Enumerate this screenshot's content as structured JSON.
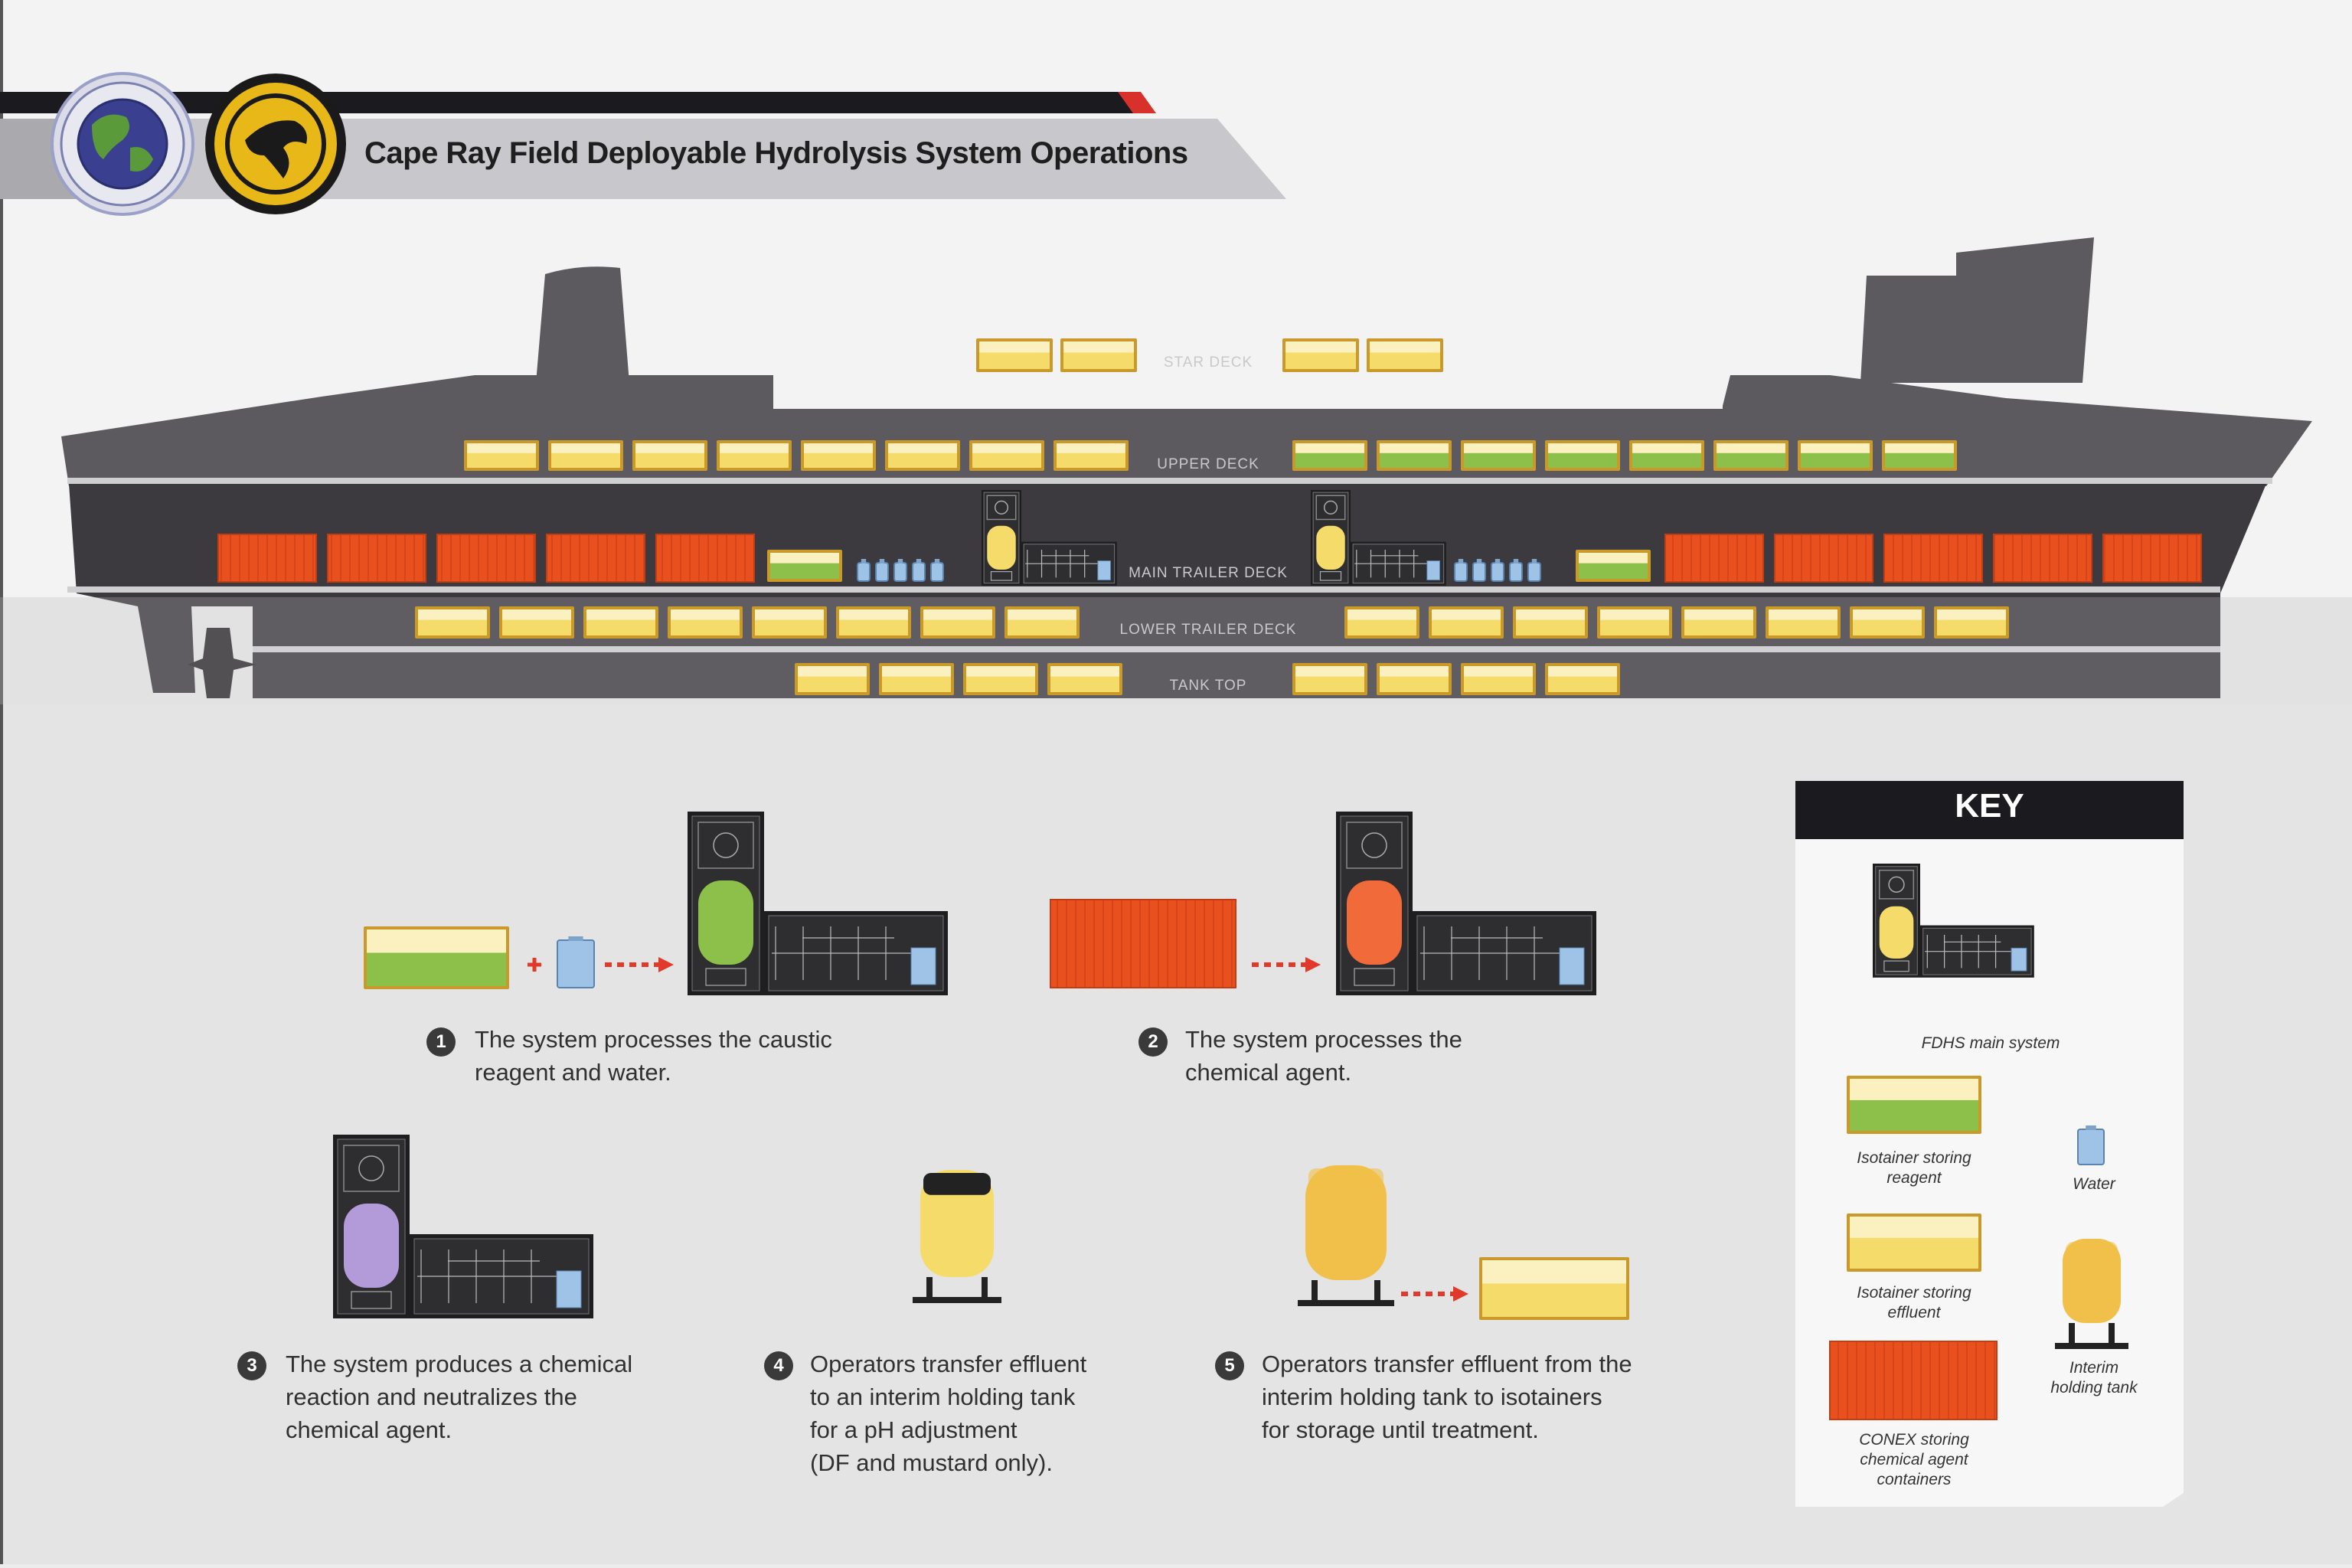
{
  "header": {
    "title": "Cape Ray Field Deployable Hydrolysis System Operations",
    "logo_left": "seal-globe-logo",
    "logo_right": "seal-eagle-logo"
  },
  "ship": {
    "decks": {
      "star": "STAR DECK",
      "upper": "UPPER DECK",
      "main": "MAIN TRAILER DECK",
      "lower": "LOWER TRAILER DECK",
      "tank": "TANK TOP"
    }
  },
  "steps": [
    {
      "number": "1",
      "line1": "The system processes the caustic",
      "line2": "reagent and water.",
      "line3": "",
      "line4": ""
    },
    {
      "number": "2",
      "line1": "The system processes the",
      "line2": "chemical agent.",
      "line3": "",
      "line4": ""
    },
    {
      "number": "3",
      "line1": "The system produces a chemical",
      "line2": "reaction and neutralizes the",
      "line3": "chemical agent.",
      "line4": ""
    },
    {
      "number": "4",
      "line1": "Operators transfer effluent",
      "line2": "to an interim holding tank",
      "line3": "for a pH adjustment",
      "line4": "(DF and mustard only)."
    },
    {
      "number": "5",
      "line1": "Operators transfer effluent from the",
      "line2": "interim holding tank to isotainers",
      "line3": "for storage until treatment.",
      "line4": ""
    }
  ],
  "key": {
    "title": "KEY",
    "fdhs": "FDHS main system",
    "reagent_line1": "Isotainer storing",
    "reagent_line2": "reagent",
    "water": "Water",
    "effluent_line1": "Isotainer storing",
    "effluent_line2": "effluent",
    "holding_line1": "Interim",
    "holding_line2": "holding tank",
    "conex_line1": "CONEX storing",
    "conex_line2": "chemical agent",
    "conex_line3": "containers"
  },
  "colors": {
    "hull_dark": "#3d3a3f",
    "hull_mid": "#5d5a5f",
    "conex_orange": "#e84e1c",
    "isotainer_gold": "#c99a2a",
    "effluent_yellow": "#f5dc6a",
    "reagent_green": "#8cc04a",
    "water_blue": "#9ec3e6",
    "agent_orange": "#f06a3a",
    "neutral_purple": "#b39ad8",
    "arrow_red": "#e23a2a",
    "header_black": "#1b1b1f"
  }
}
